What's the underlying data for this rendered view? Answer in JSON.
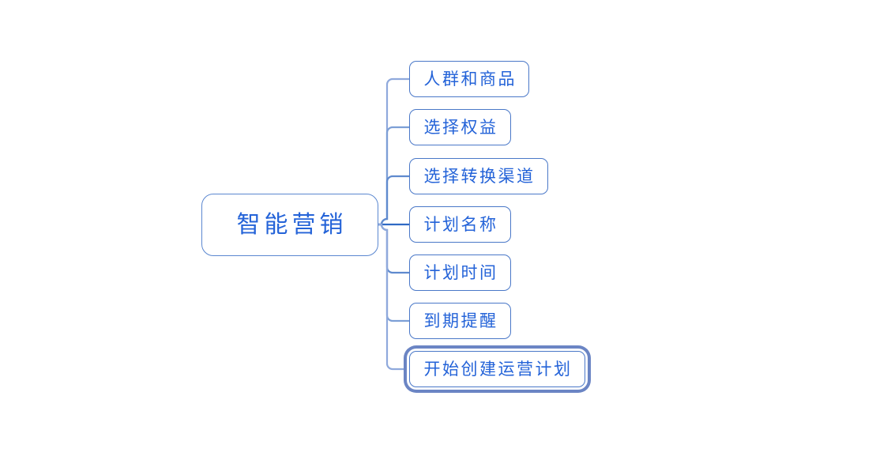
{
  "diagram": {
    "type": "mind-map",
    "orientation": "left-to-right",
    "background_color": "#ffffff",
    "node_border_color": "#4a78c8",
    "node_text_color": "#2463d8",
    "connector_color": "#4a78c8",
    "selection_ring_color": "#6b85c4",
    "root": {
      "label": "智能营销"
    },
    "children": [
      {
        "label": "人群和商品",
        "selected": false
      },
      {
        "label": "选择权益",
        "selected": false
      },
      {
        "label": "选择转换渠道",
        "selected": false
      },
      {
        "label": "计划名称",
        "selected": false
      },
      {
        "label": "计划时间",
        "selected": false
      },
      {
        "label": "到期提醒",
        "selected": false
      },
      {
        "label": "开始创建运营计划",
        "selected": true
      }
    ]
  }
}
